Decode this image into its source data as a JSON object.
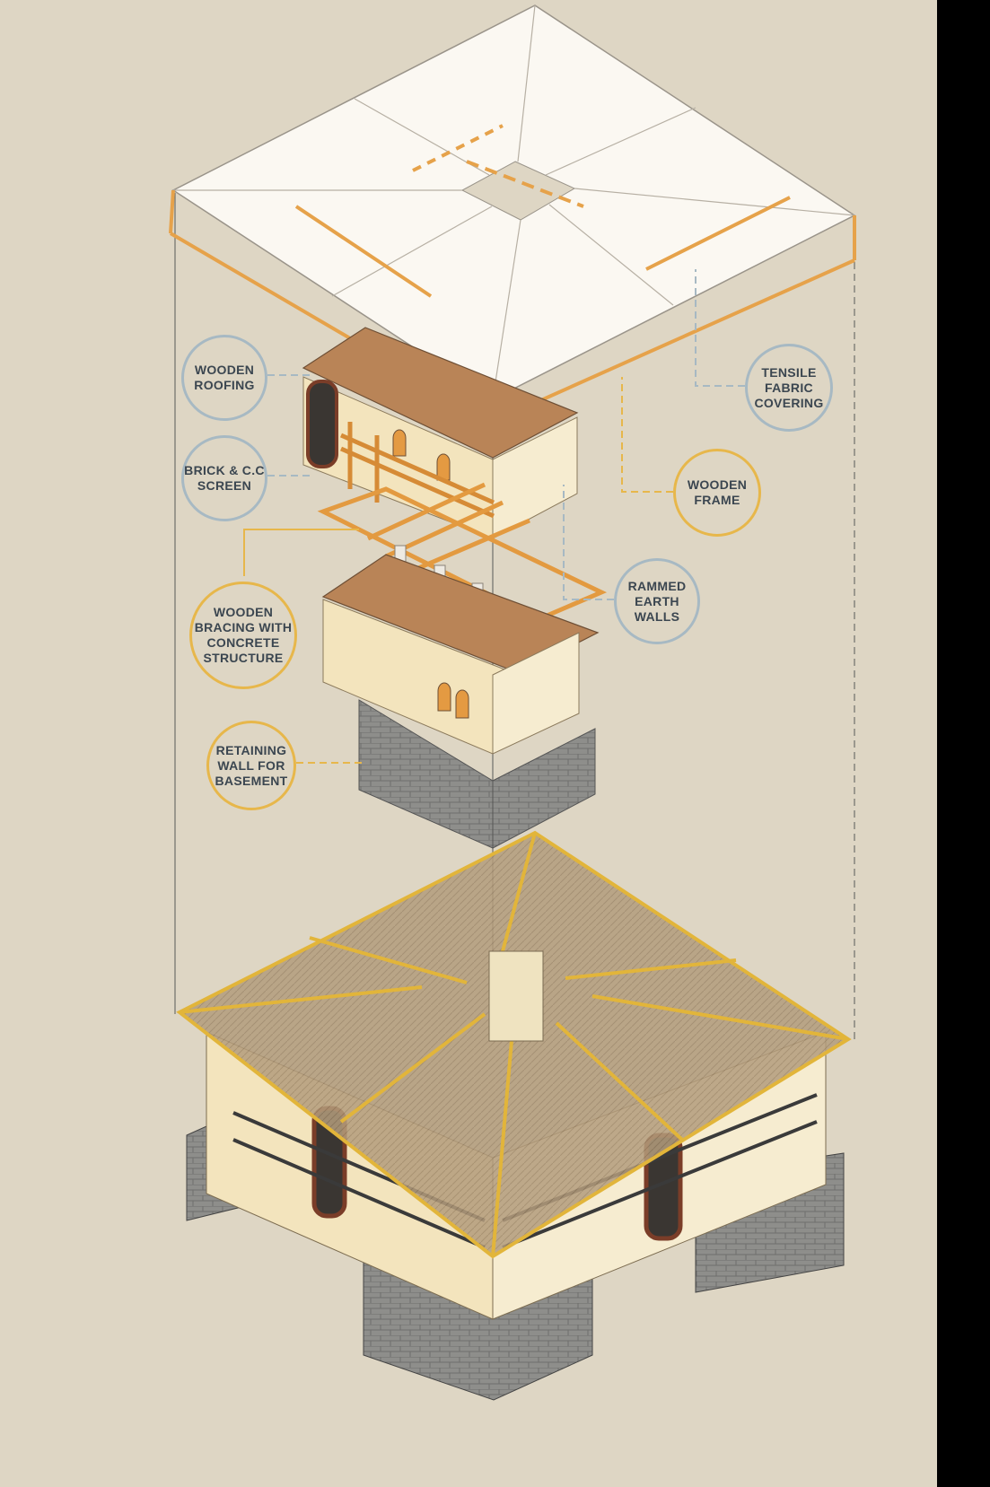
{
  "diagram": {
    "kind": "exploded isometric axonometric",
    "colors": {
      "background": "#ded6c4",
      "wood": "#e6a24a",
      "fabric": "#fbf8f2",
      "roof_panel": "#b98457",
      "earth_wall": "#f3e4bd",
      "stone": "#8d8d8a",
      "label_blue": "#a7b9c3",
      "label_gold": "#e7b74b",
      "label_text": "#3b4650"
    },
    "labels": [
      {
        "id": "wooden-roofing",
        "text": "WOODEN\nROOFING",
        "ring": "blue"
      },
      {
        "id": "brick-cc-screen",
        "text": "BRICK & C.C\nSCREEN",
        "ring": "blue"
      },
      {
        "id": "wooden-bracing",
        "text": "WOODEN\nBRACING WITH\nCONCRETE\nSTRUCTURE",
        "ring": "gold"
      },
      {
        "id": "retaining-wall",
        "text": "RETAINING\nWALL FOR\nBASEMENT",
        "ring": "gold"
      },
      {
        "id": "tensile-fabric",
        "text": "TENSILE\nFABRIC\nCOVERING",
        "ring": "blue"
      },
      {
        "id": "wooden-frame",
        "text": "WOODEN\nFRAME",
        "ring": "gold"
      },
      {
        "id": "rammed-earth",
        "text": "RAMMED\nEARTH\nWALLS",
        "ring": "blue"
      }
    ]
  }
}
